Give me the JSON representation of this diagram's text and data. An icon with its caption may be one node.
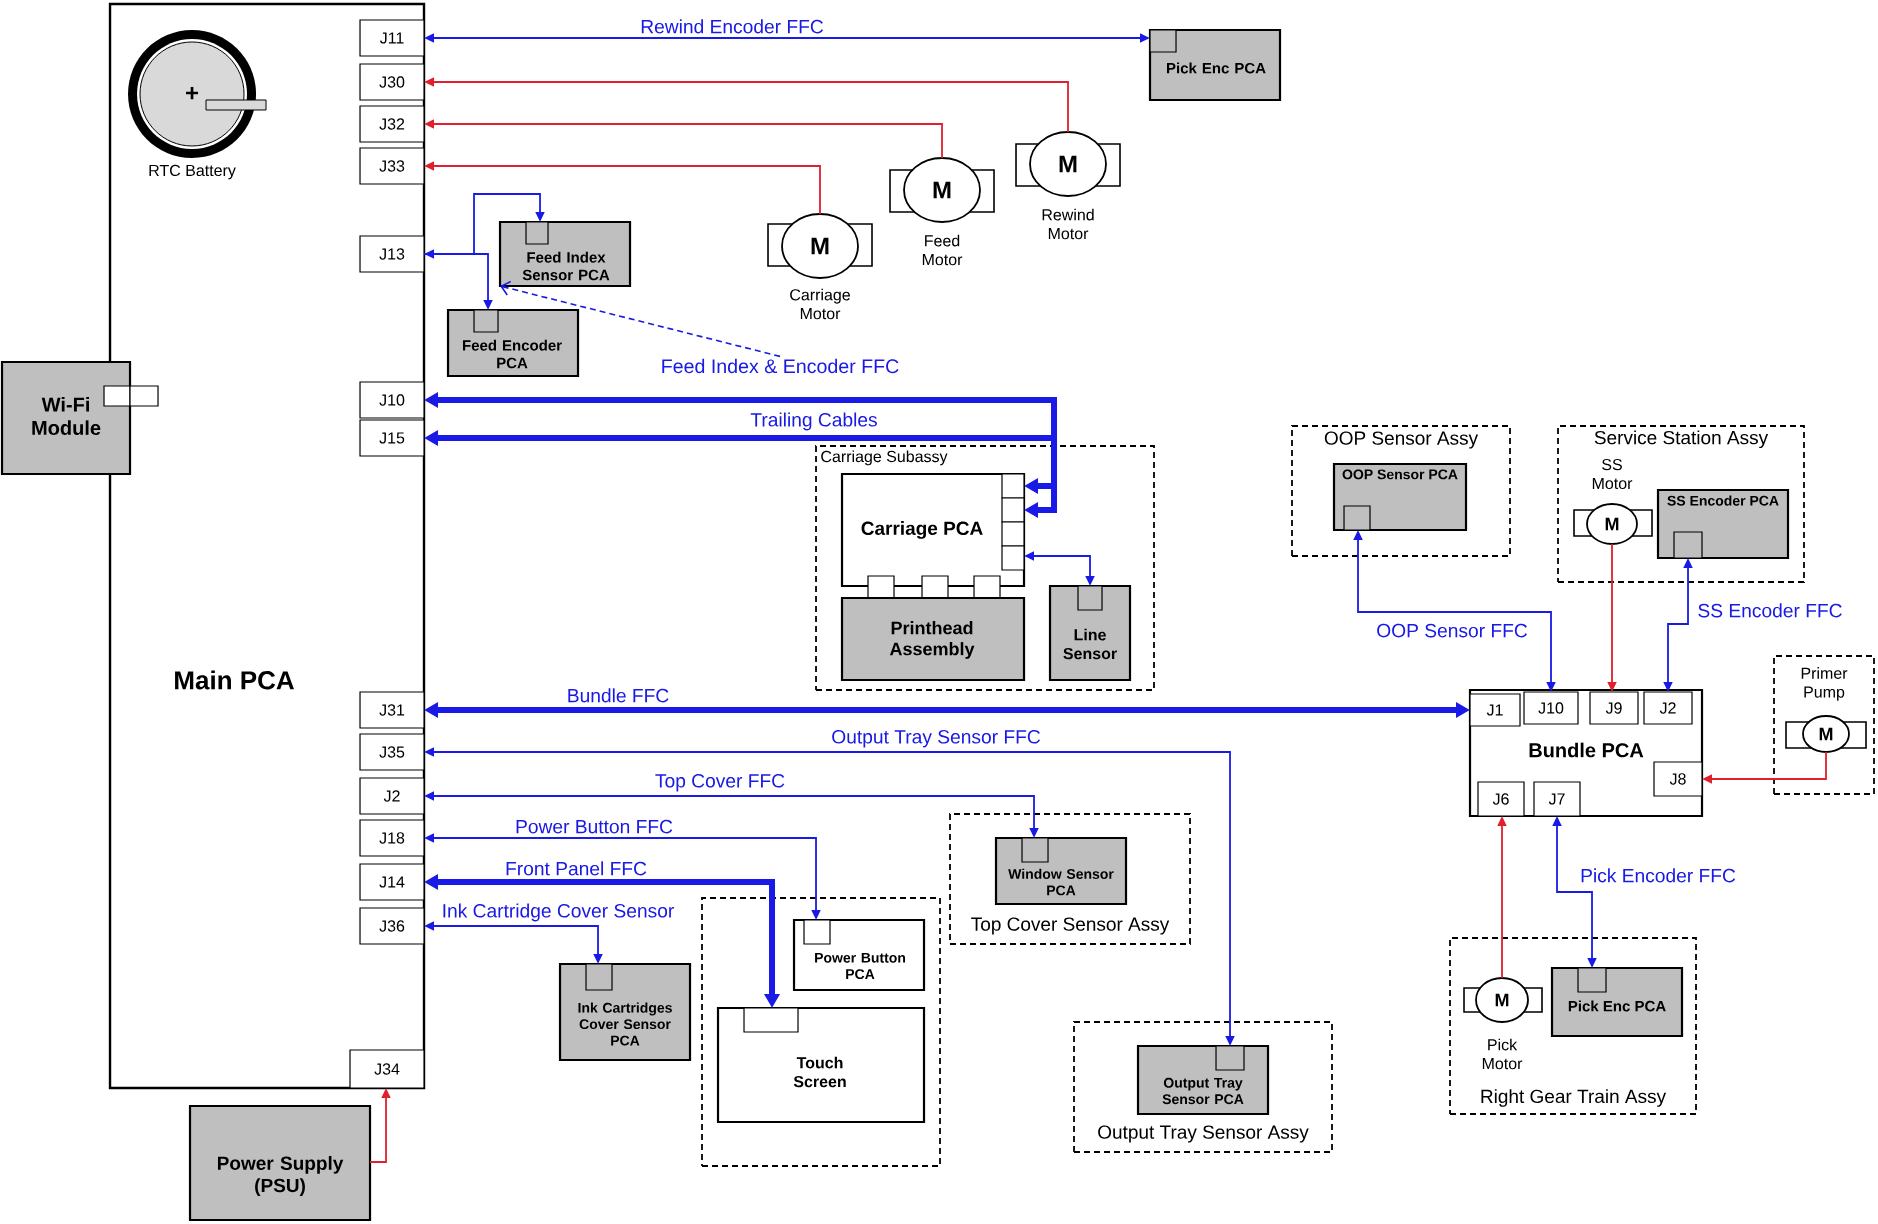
{
  "diagram": {
    "nodes": [
      {
        "text": [
          "Main PCA"
        ]
      },
      {
        "text": [
          "J11"
        ],
        "in": 0
      },
      {
        "text": [
          "J30"
        ],
        "in": 0
      },
      {
        "text": [
          "J32"
        ],
        "in": 0
      },
      {
        "text": [
          "J33"
        ],
        "in": 0
      },
      {
        "text": [
          "J13"
        ],
        "in": 0
      },
      {
        "text": [
          "J10"
        ],
        "in": 0
      },
      {
        "text": [
          "J15"
        ],
        "in": 0
      },
      {
        "text": [
          "J31"
        ],
        "in": 0
      },
      {
        "text": [
          "J35"
        ],
        "in": 0
      },
      {
        "text": [
          "J2"
        ],
        "in": 0
      },
      {
        "text": [
          "J18"
        ],
        "in": 0
      },
      {
        "text": [
          "J14"
        ],
        "in": 0
      },
      {
        "text": [
          "J36"
        ],
        "in": 0
      },
      {
        "text": [
          "J34"
        ],
        "in": 0
      },
      {
        "text": [
          "+"
        ],
        "beside": [
          "RTC Battery"
        ],
        "in": 0
      },
      {
        "text": [
          "Wi-Fi Module"
        ]
      },
      {
        "text": [
          "Pick Enc PCA"
        ]
      },
      {
        "text": [
          "M"
        ],
        "beside": [
          "Rewind Motor"
        ]
      },
      {
        "text": [
          "M"
        ],
        "beside": [
          "Feed Motor"
        ]
      },
      {
        "text": [
          "M"
        ],
        "beside": [
          "Carriage Motor"
        ]
      },
      {
        "text": [
          "Feed Index Sensor PCA"
        ]
      },
      {
        "text": [
          "Feed Encoder PCA"
        ]
      },
      {
        "text": [
          "Feed Index & Encoder FFC"
        ]
      },
      {
        "text": [
          "Carriage Subassy"
        ]
      },
      {
        "text": [
          "Carriage PCA"
        ],
        "in": 24
      },
      {
        "text": [
          "Printhead Assembly"
        ],
        "in": 24
      },
      {
        "text": [
          "Line Sensor"
        ],
        "in": 24
      },
      {
        "text": [
          "OOP Sensor Assy"
        ]
      },
      {
        "text": [
          "OOP Sensor PCA"
        ],
        "in": 28
      },
      {
        "text": [
          "Service Station Assy"
        ]
      },
      {
        "text": [
          "M"
        ],
        "beside": [
          "SS Motor"
        ],
        "in": 30
      },
      {
        "text": [
          "SS Encoder PCA"
        ],
        "in": 30
      },
      {
        "text": [],
        "shape": "box"
      },
      {
        "text": [
          "M"
        ],
        "beside": [
          "Primer Pump"
        ],
        "in": 33
      },
      {
        "text": [
          "Bundle PCA"
        ]
      },
      {
        "text": [
          "J1"
        ],
        "in": 35
      },
      {
        "text": [
          "J10"
        ],
        "in": 35
      },
      {
        "text": [
          "J9"
        ],
        "in": 35
      },
      {
        "text": [
          "J2"
        ],
        "in": 35
      },
      {
        "text": [
          "J8"
        ],
        "in": 35
      },
      {
        "text": [
          "J6"
        ],
        "in": 35
      },
      {
        "text": [
          "J7"
        ],
        "in": 35
      },
      {
        "text": [
          "Top Cover Sensor Assy"
        ]
      },
      {
        "text": [
          "Window Sensor PCA"
        ],
        "in": 43
      },
      {
        "text": [],
        "shape": "box"
      },
      {
        "text": [
          "Power Button PCA"
        ],
        "in": 45
      },
      {
        "text": [
          "Touch Screen"
        ],
        "in": 45
      },
      {
        "text": [
          "Ink Cartridges Cover Sensor PCA"
        ]
      },
      {
        "text": [
          "Output Tray Sensor Assy"
        ]
      },
      {
        "text": [
          "Output Tray Sensor PCA"
        ],
        "in": 49
      },
      {
        "text": [
          "Right Gear Train Assy"
        ]
      },
      {
        "text": [
          "M"
        ],
        "beside": [
          "Pick Motor"
        ],
        "in": 51
      },
      {
        "text": [
          "Pick Enc PCA"
        ],
        "in": 51
      },
      {
        "text": [
          "Power Supply (PSU)"
        ]
      }
    ],
    "edges": [
      {
        "from": 1,
        "to": 17,
        "arrow": "both",
        "label": "Rewind Encoder FFC"
      },
      {
        "from": 18,
        "to": 2,
        "arrow": "to",
        "color": "#e0202e"
      },
      {
        "from": 19,
        "to": 3,
        "arrow": "to",
        "color": "#e0202e"
      },
      {
        "from": 20,
        "to": 4,
        "arrow": "to",
        "color": "#e0202e"
      },
      {
        "from": 5,
        "to": 21,
        "arrow": "both"
      },
      {
        "from": 5,
        "to": 22,
        "arrow": "to"
      },
      {
        "from": 23,
        "to": 21,
        "arrow": "to",
        "style": "dashed"
      },
      {
        "from": 6,
        "to": 25,
        "arrow": "both",
        "style": "thick",
        "label": "Trailing Cables"
      },
      {
        "from": 7,
        "to": 25,
        "arrow": "both",
        "style": "thick"
      },
      {
        "from": 25,
        "to": 27,
        "arrow": "both"
      },
      {
        "from": 8,
        "to": 36,
        "arrow": "both",
        "style": "thick",
        "label": "Bundle FFC"
      },
      {
        "from": 29,
        "to": 37,
        "arrow": "both",
        "label": "OOP Sensor FFC"
      },
      {
        "from": 31,
        "to": 38,
        "arrow": "to",
        "color": "#e0202e"
      },
      {
        "from": 32,
        "to": 39,
        "arrow": "both",
        "label": "SS Encoder FFC"
      },
      {
        "from": 34,
        "to": 40,
        "arrow": "to",
        "color": "#e0202e"
      },
      {
        "from": 9,
        "to": 50,
        "arrow": "both",
        "label": "Output Tray Sensor FFC"
      },
      {
        "from": 10,
        "to": 44,
        "arrow": "both",
        "label": "Top Cover FFC"
      },
      {
        "from": 11,
        "to": 46,
        "arrow": "both",
        "label": "Power Button FFC"
      },
      {
        "from": 12,
        "to": 47,
        "arrow": "both",
        "style": "thick",
        "label": "Front Panel FFC"
      },
      {
        "from": 13,
        "to": 48,
        "arrow": "both",
        "label": "Ink Cartridge Cover Sensor"
      },
      {
        "from": 52,
        "to": 41,
        "arrow": "to",
        "color": "#e0202e"
      },
      {
        "from": 53,
        "to": 42,
        "arrow": "both",
        "label": "Pick Encoder FFC"
      },
      {
        "from": 54,
        "to": 14,
        "arrow": "to",
        "color": "#e0202e"
      }
    ]
  }
}
